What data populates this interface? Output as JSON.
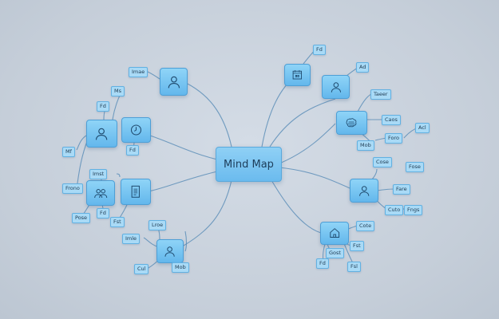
{
  "center_label": "Mind Map",
  "colors": {
    "node_fill": "#6bbbee",
    "leaf_fill": "#a9daf6",
    "link": "#5e8fb8",
    "background": "#c5ced9"
  },
  "hubs": [
    {
      "id": "h1",
      "icon": "person-icon"
    },
    {
      "id": "h2",
      "icon": "person-icon"
    },
    {
      "id": "h3",
      "icon": "clock-icon"
    },
    {
      "id": "h4",
      "icon": "group-icon"
    },
    {
      "id": "h5",
      "icon": "document-icon"
    },
    {
      "id": "h6",
      "icon": "person-icon"
    },
    {
      "id": "h7",
      "icon": "calendar-icon"
    },
    {
      "id": "h8",
      "icon": "person-icon"
    },
    {
      "id": "h9",
      "icon": "brain-icon"
    },
    {
      "id": "h10",
      "icon": "person-icon"
    },
    {
      "id": "h11",
      "icon": "home-icon"
    }
  ],
  "leaves": [
    {
      "text": "Imae"
    },
    {
      "text": "Ms"
    },
    {
      "text": "Fd"
    },
    {
      "text": "Fd"
    },
    {
      "text": "Mf"
    },
    {
      "text": "Imst"
    },
    {
      "text": "Frono"
    },
    {
      "text": "Fd"
    },
    {
      "text": "Pose"
    },
    {
      "text": "Fst"
    },
    {
      "text": "Lroe"
    },
    {
      "text": "Imle"
    },
    {
      "text": "Cul"
    },
    {
      "text": "Mob"
    },
    {
      "text": "Fd"
    },
    {
      "text": "Ad"
    },
    {
      "text": "Taeer"
    },
    {
      "text": "Caos"
    },
    {
      "text": "Acl"
    },
    {
      "text": "Foro"
    },
    {
      "text": "Mob"
    },
    {
      "text": "Cose"
    },
    {
      "text": "Fose"
    },
    {
      "text": "Fare"
    },
    {
      "text": "Cuto"
    },
    {
      "text": "Fngs"
    },
    {
      "text": "Cote"
    },
    {
      "text": "Fst"
    },
    {
      "text": "Gost"
    },
    {
      "text": "Fd"
    },
    {
      "text": "Fsl"
    }
  ]
}
